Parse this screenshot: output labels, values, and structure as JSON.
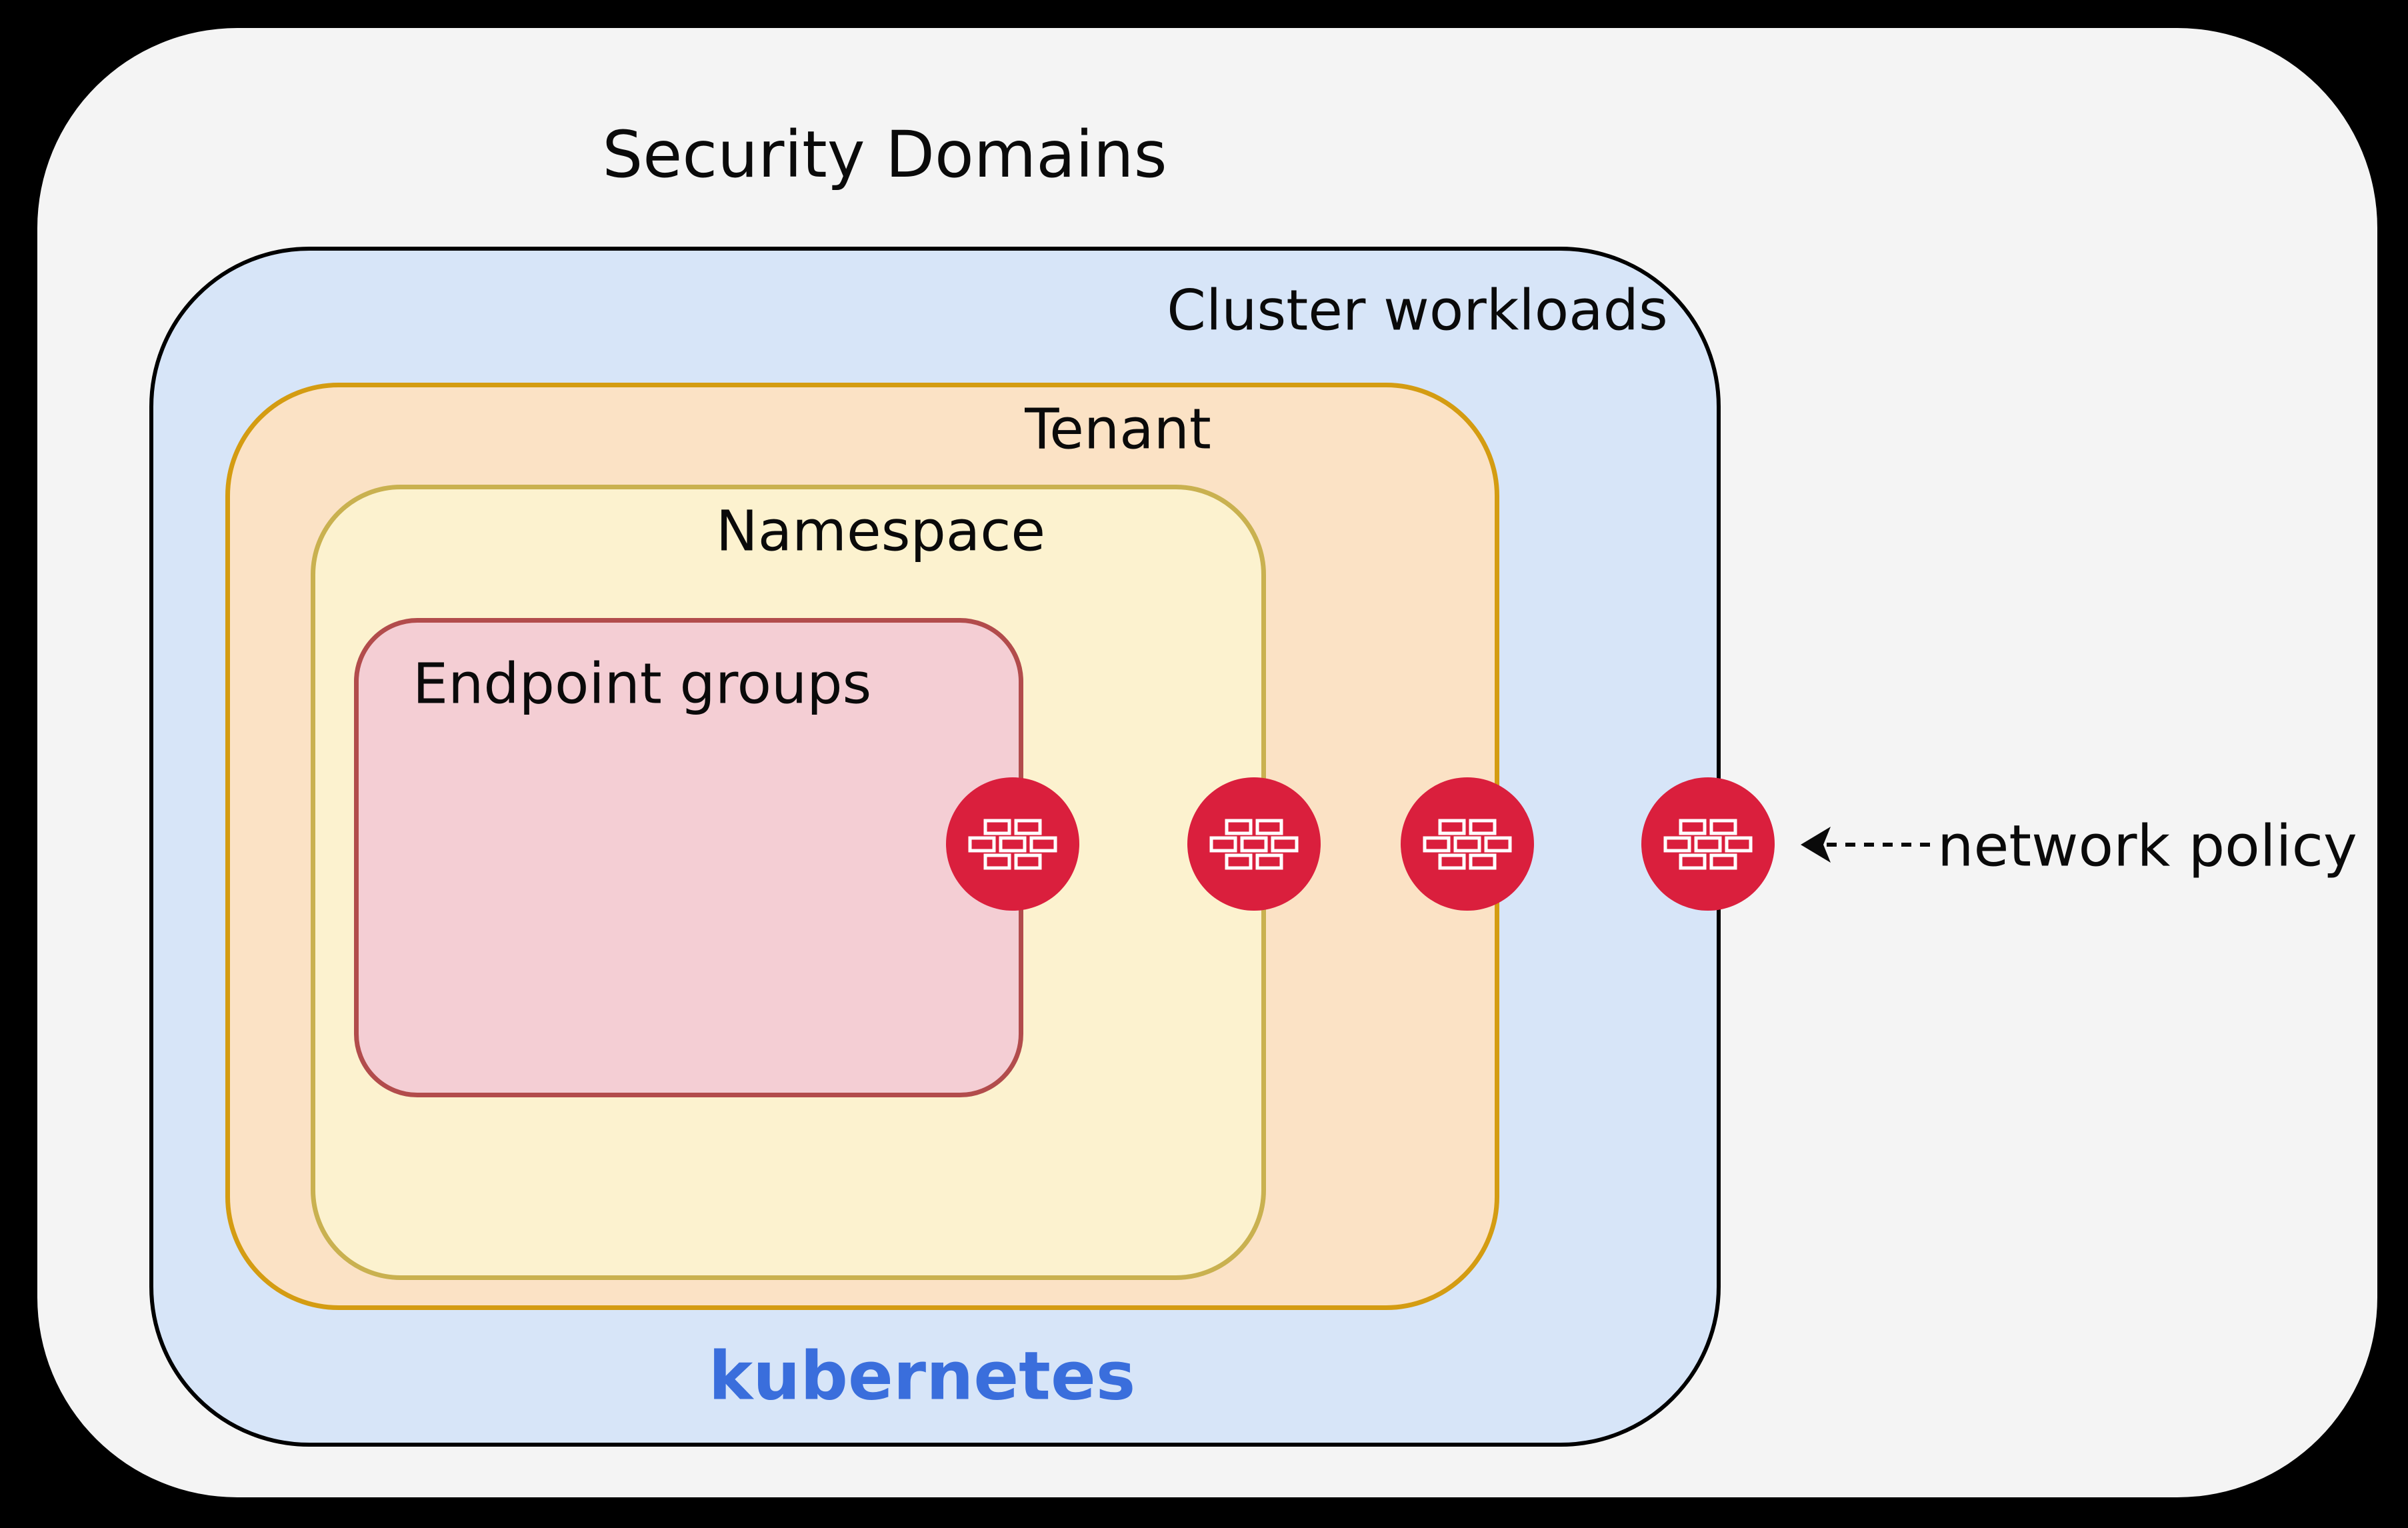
{
  "diagram": {
    "title": "Security Domains",
    "background_color": "#000000",
    "panel_color": "#f4f4f4",
    "domains": [
      {
        "id": "cluster",
        "label": "Cluster workloads",
        "fill": "#d7e5f8",
        "border": "#000000"
      },
      {
        "id": "tenant",
        "label": "Tenant",
        "fill": "#fbe2c5",
        "border": "#d49c12"
      },
      {
        "id": "namespace",
        "label": "Namespace",
        "fill": "#fcf2cf",
        "border": "#c9b150"
      },
      {
        "id": "endpoint",
        "label": "Endpoint groups",
        "fill": "#f4ced4",
        "border": "#b24c4c"
      }
    ],
    "kubernetes": {
      "label": "kubernetes",
      "color": "#3a6edc"
    },
    "firewalls": {
      "icon": "firewall-brick-icon",
      "color": "#da1f3d",
      "count": 4
    },
    "annotation": {
      "label": "network policy",
      "arrow_style": "dashed",
      "arrow_direction": "left",
      "color": "#0a0a0a"
    }
  }
}
